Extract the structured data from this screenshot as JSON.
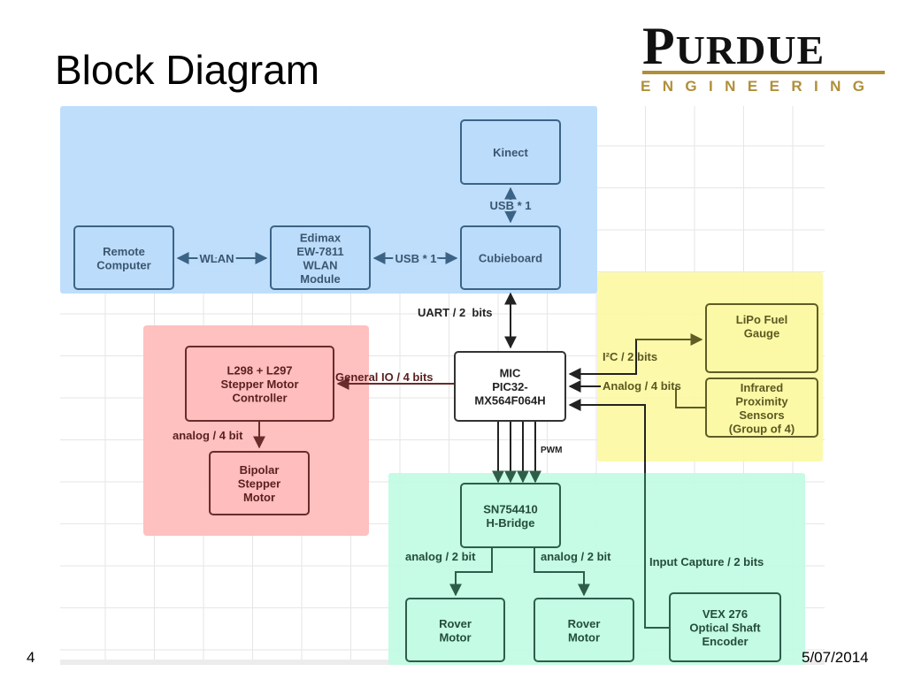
{
  "slide": {
    "title": "Block Diagram",
    "page_number": "4",
    "date": "5/07/2014"
  },
  "logo": {
    "word_initial": "P",
    "word_rest": "URDUE",
    "subtitle": "ENGINEERING",
    "colors": {
      "text": "#111111",
      "gold": "#b08f3a"
    }
  },
  "regions": {
    "network": {
      "color": "#bcdcfb"
    },
    "stepper": {
      "color": "#ffbdbd"
    },
    "sensors": {
      "color": "#fcf9a6"
    },
    "drive": {
      "color": "#c3fbe5"
    }
  },
  "blocks": {
    "kinect": [
      "Kinect"
    ],
    "cubieboard": [
      "Cubieboard"
    ],
    "edimax": [
      "Edimax",
      "EW-7811",
      "WLAN",
      "Module"
    ],
    "remote_computer": [
      "Remote",
      "Computer"
    ],
    "mic": [
      "MIC",
      "PIC32-",
      "MX564F064H"
    ],
    "stepper_controller": [
      "L298 + L297",
      "Stepper Motor",
      "Controller"
    ],
    "bipolar_motor": [
      "Bipolar",
      "Stepper",
      "Motor"
    ],
    "lipo_gauge": [
      "LiPo Fuel",
      "Gauge"
    ],
    "ir_sensors": [
      "Infrared",
      "Proximity",
      "Sensors",
      "(Group of 4)"
    ],
    "hbridge": [
      "SN754410",
      "H-Bridge"
    ],
    "rover_motor_left": [
      "Rover",
      "Motor"
    ],
    "rover_motor_right": [
      "Rover",
      "Motor"
    ],
    "encoder": [
      "VEX 276",
      "Optical Shaft",
      "Encoder"
    ]
  },
  "connections": {
    "kinect_cubieboard": "USB * 1",
    "remote_edimax": "WLAN",
    "edimax_cubieboard": "USB * 1",
    "cubieboard_mic": "UART / 2  bits",
    "mic_stepper": "General IO / 4 bits",
    "stepper_bipolar": "analog / 4 bit",
    "mic_lipo": "I²C / 2 bits",
    "mic_ir": "Analog / 4 bits",
    "mic_hbridge": "PWM",
    "hbridge_left": "analog / 2 bit",
    "hbridge_right": "analog / 2 bit",
    "encoder_mic": "Input Capture / 2 bits"
  },
  "colors": {
    "network_stroke": "#3b6386",
    "network_text": "#3b5670",
    "stepper_stroke": "#6b2b2b",
    "stepper_text": "#5a1f1f",
    "sensor_stroke": "#5f5c25",
    "sensor_text": "#5b5822",
    "drive_stroke": "#2e5e48",
    "drive_text": "#244d3a",
    "mic_stroke": "#333333",
    "mic_text": "#222222",
    "grid": "#e6e6e6"
  }
}
